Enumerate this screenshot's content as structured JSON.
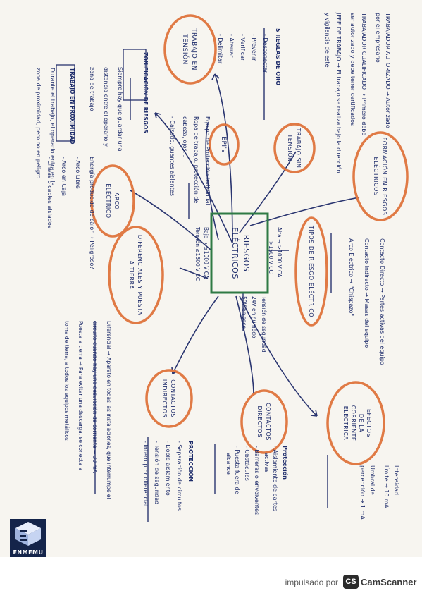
{
  "center": {
    "line1": "RIESGOS",
    "line2": "ELÉCTRICOS"
  },
  "nodes": {
    "tension_trabajo": {
      "line1": "TRABAJO EN",
      "line2": "TENSIÓN"
    },
    "trabajo_sin_tension": {
      "line1": "TRABAJO SIN",
      "line2": "TENSIÓN"
    },
    "formacion": {
      "line1": "FORMACIÓN EN RIESGOS",
      "line2": "ELÉCTRICOS"
    },
    "tipos": {
      "line1": "TIPOS DE RIESGO ELÉCTRICO"
    },
    "efectos": {
      "line1": "EFECTOS",
      "line2": "DE LA",
      "line3": "CORRIENTE",
      "line4": "ELÉCTRICA"
    },
    "contactos_directos": {
      "line1": "CONTACTOS",
      "line2": "DIRECTOS"
    },
    "contactos_indirectos": {
      "line1": "CONTACTOS",
      "line2": "INDIRECTOS"
    },
    "diferenciales": {
      "line1": "DIFERENCIALES Y PUESTA",
      "line2": "A TIERRA"
    },
    "arco": {
      "line1": "ARCO",
      "line2": "ELÉCTRICO"
    },
    "epis": {
      "line1": "EPI's"
    }
  },
  "notes": {
    "formacion_text": [
      "TRABAJADOR AUTORIZADO → Autorizado",
      "por el empresario",
      "TRABAJADOR CUALIFICADO → Primero debe",
      "ser autorizado y debe tener certificados",
      "JEFE DE TRABAJO → El trabajo se realiza bajo la dirección",
      "y vigilancia de este"
    ],
    "reglas_title": "5 REGLAS DE ORO",
    "reglas_items": [
      "- Desconectar",
      "- Prevenir",
      "- Verificar",
      "- Aterrar",
      "- Delimitar"
    ],
    "zona_title": "ZONIFICACIÓN DE RIESGOS",
    "zona_text": [
      "Siempre hay que guardar una",
      "distancia entre el operario y",
      "zona de trabajo"
    ],
    "proximidad_title": "TRABAJO EN PROXIMIDAD",
    "proximidad_text": [
      "Durante el trabajo, el operario entra en la",
      "zona de proximidad, pero no en peligro"
    ],
    "epis_text": [
      "Equipo de Protección Individual",
      "Ropa de trabajo, protección de",
      "cabeza, ojos...",
      "- Calzado, guantes aislantes"
    ],
    "arco_text": [
      "Energía producida de calor → Peligroso?",
      "- Arco Libre",
      "- Arco en Caja",
      "- Líneas o cables aislados"
    ],
    "tension_levels": [
      "Alta → >1000 V CA",
      ">1500 V CC",
      "Baja → ≤1000 V CA",
      "Tensión ≤1500 V CC"
    ],
    "tipos_text": [
      "Contacto Directo → Partes activas del equipo",
      "Contacto Indirecto → Masas del equipo",
      "Arco Eléctrico → \"Chispazo\""
    ],
    "seguridad_text": [
      "Tensión de seguridad",
      "24V en húmedo",
      "50V en seco"
    ],
    "diferencial_text": [
      "Diferencial → Aparato en todas las instalaciones, que interrumpe el",
      "circuito cuando hay una desviación de corriente → 30 mA",
      "Puesta a tierra → Para evitar una descarga, se conecta a",
      "toma de tierra, a todos los equipos metálicos"
    ],
    "proteccion_ind_title": "PROTECCIÓN",
    "proteccion_ind_items": [
      "- Separación de circuitos",
      "- Doble aislamiento",
      "- Tensión de seguridad",
      "- Interruptor diferencial"
    ],
    "proteccion_dir_title": "Protección",
    "proteccion_dir_items": [
      "- Aislamiento de partes",
      "activas",
      "- Barreras o envolventes",
      "- Obstáculos",
      "- Puesta fuera de",
      "alcance"
    ],
    "efectos_text": [
      "Intensidad",
      "límite → 10 mA",
      "Umbral de",
      "percepción → 1 mA"
    ]
  },
  "logo": {
    "text": "ENMEMU"
  },
  "footer": {
    "label": "impulsado por",
    "badge": "CS",
    "brand": "CamScanner"
  },
  "colors": {
    "ink": "#1f2d6b",
    "bubble": "#e07a45",
    "center": "#2f7a45",
    "paper": "#f7f5f0"
  }
}
